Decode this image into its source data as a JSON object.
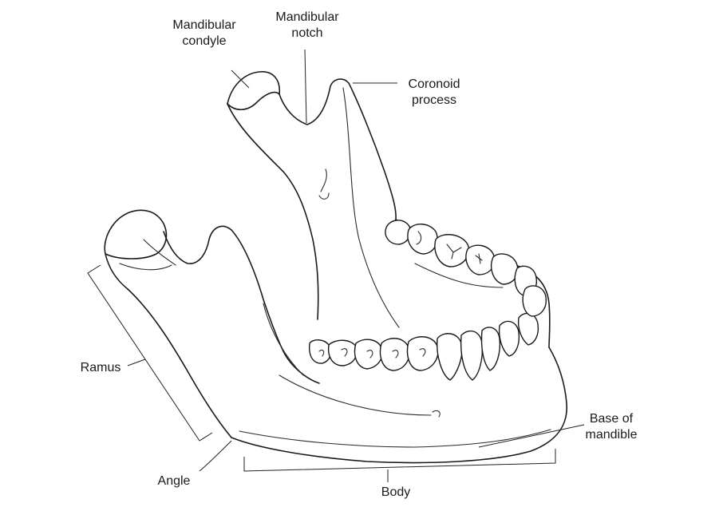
{
  "labels": {
    "mandibular_condyle": [
      "Mandibular",
      "condyle"
    ],
    "mandibular_notch": [
      "Mandibular",
      "notch"
    ],
    "coronoid_process": [
      "Coronoid",
      "process"
    ],
    "ramus": "Ramus",
    "angle": "Angle",
    "body": "Body",
    "base_of_mandible": [
      "Base of",
      "mandible"
    ]
  }
}
